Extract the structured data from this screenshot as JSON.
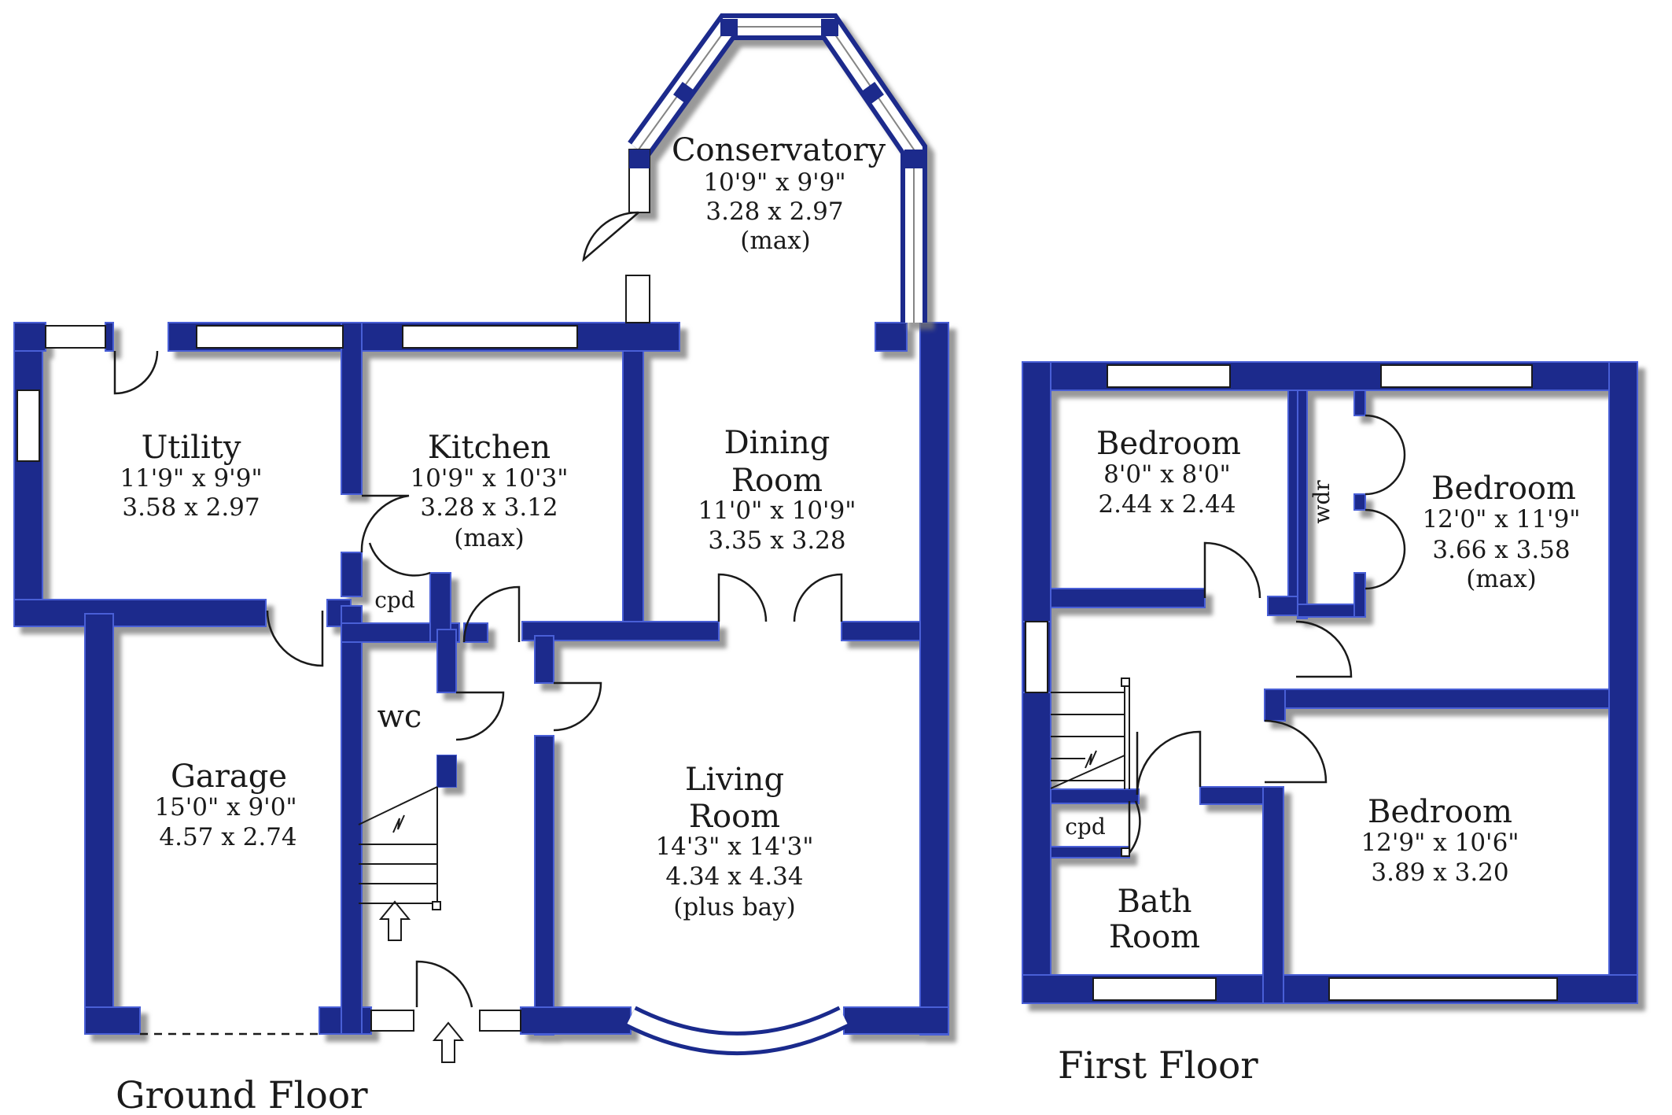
{
  "colors": {
    "wall": "#1a2a8c",
    "wall_highlight": "#4a5fd6",
    "wall_shadow": "#8a8a8a",
    "window_fill": "#ffffff",
    "background": "#ffffff"
  },
  "floors": {
    "ground": {
      "title": "Ground Floor"
    },
    "first": {
      "title": "First Floor"
    }
  },
  "rooms": {
    "conservatory": {
      "name": "Conservatory",
      "dim_imperial": "10'9\"  x  9'9\"",
      "dim_metric": "3.28  x  2.97",
      "note": "(max)"
    },
    "utility": {
      "name": "Utility",
      "dim_imperial": "11'9\"  x  9'9\"",
      "dim_metric": "3.58  x  2.97"
    },
    "kitchen": {
      "name": "Kitchen",
      "dim_imperial": "10'9\"  x  10'3\"",
      "dim_metric": "3.28  x  3.12",
      "note": "(max)"
    },
    "dining": {
      "name_line1": "Dining",
      "name_line2": "Room",
      "dim_imperial": "11'0\"  x  10'9\"",
      "dim_metric": "3.35  x  3.28"
    },
    "garage": {
      "name": "Garage",
      "dim_imperial": "15'0\"  x  9'0\"",
      "dim_metric": "4.57  x  2.74"
    },
    "wc": {
      "name": "wc"
    },
    "cpd_ground": {
      "name": "cpd"
    },
    "living": {
      "name_line1": "Living",
      "name_line2": "Room",
      "dim_imperial": "14'3\"  x  14'3\"",
      "dim_metric": "4.34  x  4.34",
      "note": "(plus bay)"
    },
    "bedroom_small": {
      "name": "Bedroom",
      "dim_imperial": "8'0\"  x  8'0\"",
      "dim_metric": "2.44  x  2.44"
    },
    "wdr": {
      "name": "wdr"
    },
    "bedroom_right": {
      "name": "Bedroom",
      "dim_imperial": "12'0\"  x  11'9\"",
      "dim_metric": "3.66  x  3.58",
      "note": "(max)"
    },
    "bedroom_bottom": {
      "name": "Bedroom",
      "dim_imperial": "12'9\"  x  10'6\"",
      "dim_metric": "3.89  x  3.20"
    },
    "cpd_first": {
      "name": "cpd"
    },
    "bath": {
      "name_line1": "Bath",
      "name_line2": "Room"
    }
  }
}
